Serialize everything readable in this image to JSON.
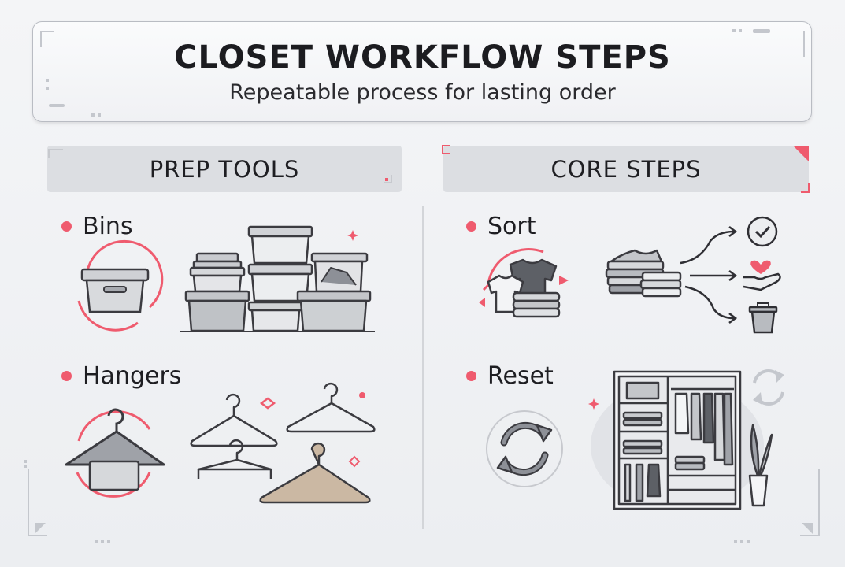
{
  "header": {
    "title": "CLOSET WORKFLOW STEPS",
    "subtitle": "Repeatable process for lasting order"
  },
  "sections": {
    "prep_tools": {
      "title": "PREP TOOLS",
      "items": [
        {
          "label": "Bins",
          "icon": "storage-bin-icon"
        },
        {
          "label": "Hangers",
          "icon": "hanger-icon"
        }
      ]
    },
    "core_steps": {
      "title": "CORE STEPS",
      "items": [
        {
          "label": "Sort",
          "icon": "sorting-clothes-icon"
        },
        {
          "label": "Reset",
          "icon": "refresh-icon"
        }
      ]
    }
  },
  "colors": {
    "accent": "#ef5b6e",
    "ink": "#1e1e22",
    "banner": "#dcdee2",
    "icon_gray": "#9a9da4",
    "wood": "#cbb8a3"
  }
}
